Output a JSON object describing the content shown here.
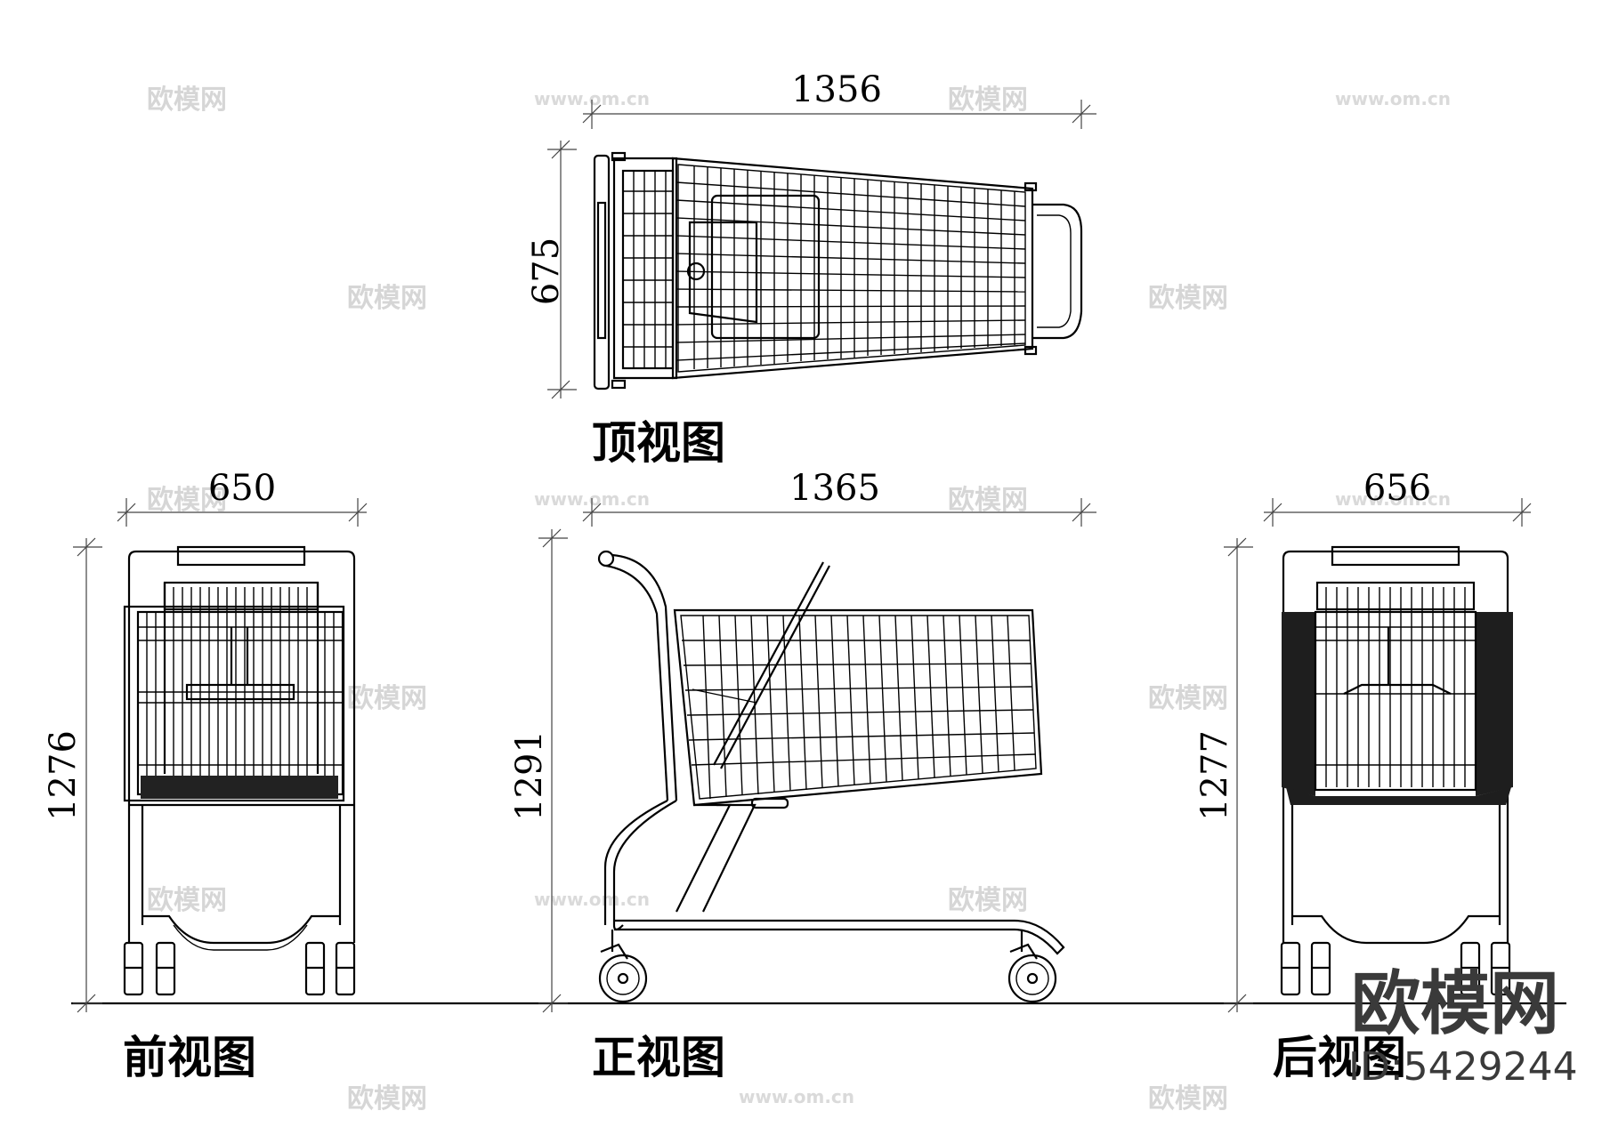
{
  "views": {
    "top": {
      "caption": "顶视图",
      "width_dim": "1356",
      "depth_dim": "675"
    },
    "front": {
      "caption": "前视图",
      "width_dim": "650",
      "height_dim": "1276"
    },
    "side": {
      "caption": "正视图",
      "length_dim": "1365",
      "height_dim": "1291"
    },
    "back": {
      "caption": "后视图",
      "width_dim": "656",
      "height_dim": "1277"
    }
  },
  "watermark": {
    "logo_text": "欧模网",
    "image_id": "ID:5429244",
    "small_mark": "欧模网",
    "url_mark": "www.om.cn"
  },
  "colors": {
    "line": "#000000",
    "background": "#ffffff",
    "watermark": "#d6d6d6",
    "logo": "#3a3a3a"
  }
}
